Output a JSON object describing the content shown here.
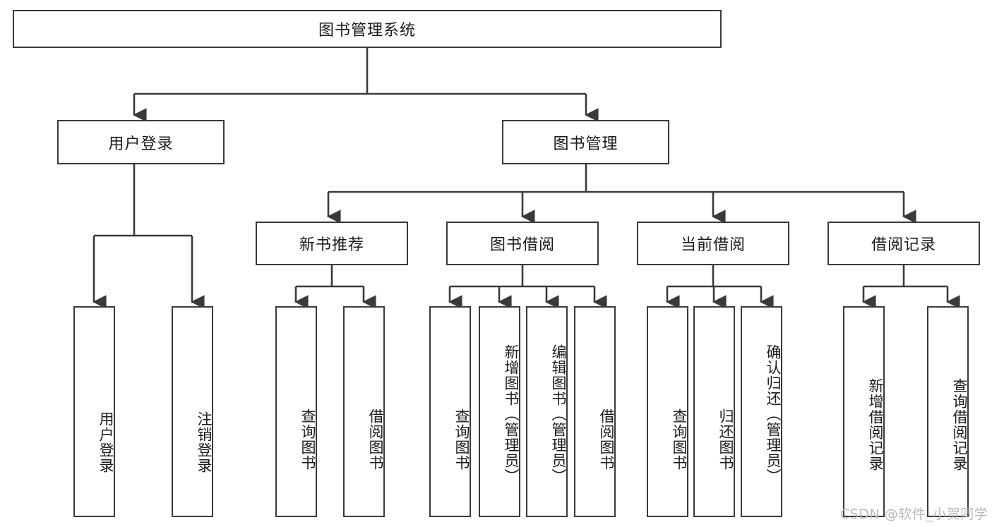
{
  "diagram": {
    "title": "图书管理系统",
    "type": "hierarchy-tree",
    "root": {
      "label": "图书管理系统"
    },
    "level2": [
      {
        "label": "用户登录"
      },
      {
        "label": "图书管理"
      }
    ],
    "level3": [
      {
        "label": "新书推荐"
      },
      {
        "label": "图书借阅"
      },
      {
        "label": "当前借阅"
      },
      {
        "label": "借阅记录"
      }
    ],
    "leaves": {
      "user_login": [
        {
          "label": "用户登录"
        },
        {
          "label": "注销登录"
        }
      ],
      "new_book_recommend": [
        {
          "label": "查询图书"
        },
        {
          "label": "借阅图书"
        }
      ],
      "book_borrow": [
        {
          "label": "查询图书"
        },
        {
          "label": "新增图书（管理员）"
        },
        {
          "label": "编辑图书（管理员）"
        },
        {
          "label": "借阅图书"
        }
      ],
      "current_borrow": [
        {
          "label": "查询图书"
        },
        {
          "label": "归还图书"
        },
        {
          "label": "确认归还（管理员）"
        }
      ],
      "borrow_record": [
        {
          "label": "新增借阅记录"
        },
        {
          "label": "查询借阅记录"
        }
      ]
    }
  },
  "watermark": {
    "text": "CSDN @软件_小贺同学"
  },
  "colors": {
    "border": "#3a3a3a",
    "text": "#1b1b1b",
    "background": "#ffffff",
    "watermark": "#b9b9b9"
  }
}
